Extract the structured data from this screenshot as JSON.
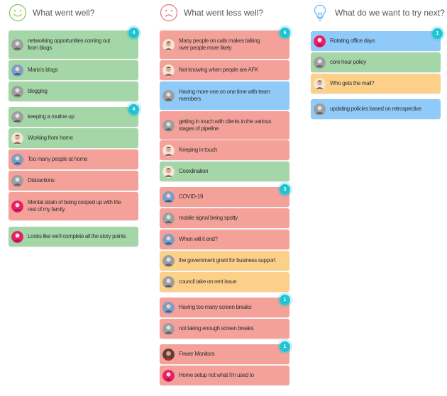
{
  "columns": [
    {
      "title": "What went well?",
      "icon": "smile-face-icon",
      "accent": "#8bc34a",
      "groups": [
        {
          "votes": "4",
          "items": [
            {
              "text": "networking opportunities coming out from blogs",
              "color": "green",
              "avatar": "gray"
            },
            {
              "text": "Maria's blogs",
              "color": "green",
              "avatar": "blue"
            },
            {
              "text": "blogging",
              "color": "green",
              "avatar": "gray"
            }
          ]
        },
        {
          "votes": "4",
          "items": [
            {
              "text": "keeping a routine up",
              "color": "green",
              "avatar": "gray"
            },
            {
              "text": "Working from home",
              "color": "green",
              "avatar": "face"
            },
            {
              "text": "Too many people at home",
              "color": "red",
              "avatar": "blue"
            },
            {
              "text": "Distractions",
              "color": "red",
              "avatar": "gray"
            },
            {
              "text": "Mental strain of being cooped up with the rest of my family",
              "color": "red",
              "avatar": "pink"
            }
          ]
        },
        {
          "votes": "",
          "items": [
            {
              "text": "Looks like we'll complete all the story points",
              "color": "green",
              "avatar": "pink"
            }
          ]
        }
      ]
    },
    {
      "title": "What went less well?",
      "icon": "sad-face-icon",
      "accent": "#e57373",
      "groups": [
        {
          "votes": "6",
          "items": [
            {
              "text": "Many people on calls makes talking over people more likely",
              "color": "red",
              "avatar": "face"
            },
            {
              "text": "Not knowing when people are AFK",
              "color": "red",
              "avatar": "face"
            },
            {
              "text": "Having more one on one time with team members",
              "color": "blue",
              "avatar": "gray"
            },
            {
              "text": "getting in touch with clients in the various stages of pipeline",
              "color": "red",
              "avatar": "gray"
            },
            {
              "text": "Keeping in touch",
              "color": "red",
              "avatar": "face"
            },
            {
              "text": "Coordination",
              "color": "green",
              "avatar": "face"
            }
          ]
        },
        {
          "votes": "3",
          "items": [
            {
              "text": "COVID-19",
              "color": "red",
              "avatar": "blue"
            },
            {
              "text": "mobile signal being spotty",
              "color": "red",
              "avatar": "gray"
            },
            {
              "text": "When will it end?",
              "color": "red",
              "avatar": "blue"
            },
            {
              "text": "the government grant for business support",
              "color": "orange",
              "avatar": "gray"
            },
            {
              "text": "council take on rent issue",
              "color": "orange",
              "avatar": "gray"
            }
          ]
        },
        {
          "votes": "1",
          "items": [
            {
              "text": "Having too many screen breaks",
              "color": "red",
              "avatar": "blue"
            },
            {
              "text": "not taking enough screen breaks",
              "color": "red",
              "avatar": "gray"
            }
          ]
        },
        {
          "votes": "1",
          "items": [
            {
              "text": "Fewer Monitors",
              "color": "red",
              "avatar": "dark"
            },
            {
              "text": "Home setup not what I'm used to",
              "color": "red",
              "avatar": "pink"
            }
          ]
        }
      ]
    },
    {
      "title": "What do we want to try next?",
      "icon": "lightbulb-icon",
      "accent": "#64b5f6",
      "groups": [
        {
          "votes": "1",
          "items": [
            {
              "text": "Rotating office days",
              "color": "blue",
              "avatar": "pink"
            },
            {
              "text": "core hour policy",
              "color": "green",
              "avatar": "gray"
            },
            {
              "text": "Who gets the mail?",
              "color": "orange",
              "avatar": "face"
            }
          ]
        },
        {
          "votes": "",
          "items": [
            {
              "text": "updating policies based on retrospective",
              "color": "blue",
              "avatar": "gray"
            }
          ]
        }
      ]
    }
  ]
}
